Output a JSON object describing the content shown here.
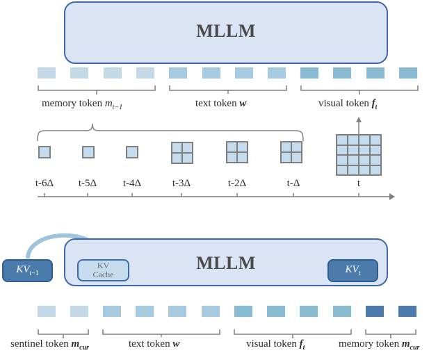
{
  "top": {
    "model_label": "MLLM",
    "token_groups": [
      {
        "name": "memory",
        "count": 4,
        "color": "#c3d9e8",
        "label_text": "memory token ",
        "label_math": "m",
        "label_sub": "t−1",
        "math_bold": false
      },
      {
        "name": "text",
        "count": 4,
        "color": "#a6cadf",
        "label_text": "text token ",
        "label_math": "w",
        "label_sub": "",
        "math_bold": true
      },
      {
        "name": "visual",
        "count": 4,
        "color": "#89bcd3",
        "label_text": "visual token ",
        "label_math": "f",
        "label_sub": "t",
        "math_bold": true
      }
    ],
    "timeline": {
      "ticks": [
        "t-6Δ",
        "t-5Δ",
        "t-4Δ",
        "t-3Δ",
        "t-2Δ",
        "t-Δ",
        "t"
      ],
      "frame_grid_sizes": [
        1,
        1,
        1,
        2,
        2,
        2,
        4
      ],
      "frame_fill": "#c4dcee",
      "frame_border": "#7f7f7f"
    }
  },
  "bottom": {
    "model_label": "MLLM",
    "kv_prev": {
      "label": "KV",
      "sub": "t−1"
    },
    "kv_cache": {
      "line1": "KV",
      "line2": "Cache"
    },
    "kv_current": {
      "label": "KV",
      "sub": "t"
    },
    "token_groups": [
      {
        "name": "sentinel",
        "count": 2,
        "color": "#c3d9e8",
        "label_text": "sentinel token ",
        "label_math": "m",
        "label_sub": "cur"
      },
      {
        "name": "text",
        "count": 4,
        "color": "#a6cadf",
        "label_text": "text token ",
        "label_math": "w",
        "label_sub": ""
      },
      {
        "name": "visual",
        "count": 4,
        "color": "#89bcd3",
        "label_text": "visual token ",
        "label_math": "f",
        "label_sub": "t"
      },
      {
        "name": "memory",
        "count": 2,
        "color": "#4a7bab",
        "label_text": "memory token ",
        "label_math": "m",
        "label_sub": "cur"
      }
    ]
  },
  "colors": {
    "mllm_fill": "#dbe4f4",
    "mllm_border": "#3f6aa8",
    "kv_dark": "#4a7bab",
    "kv_light": "#c4dcee",
    "brace": "#7f7f7f"
  }
}
